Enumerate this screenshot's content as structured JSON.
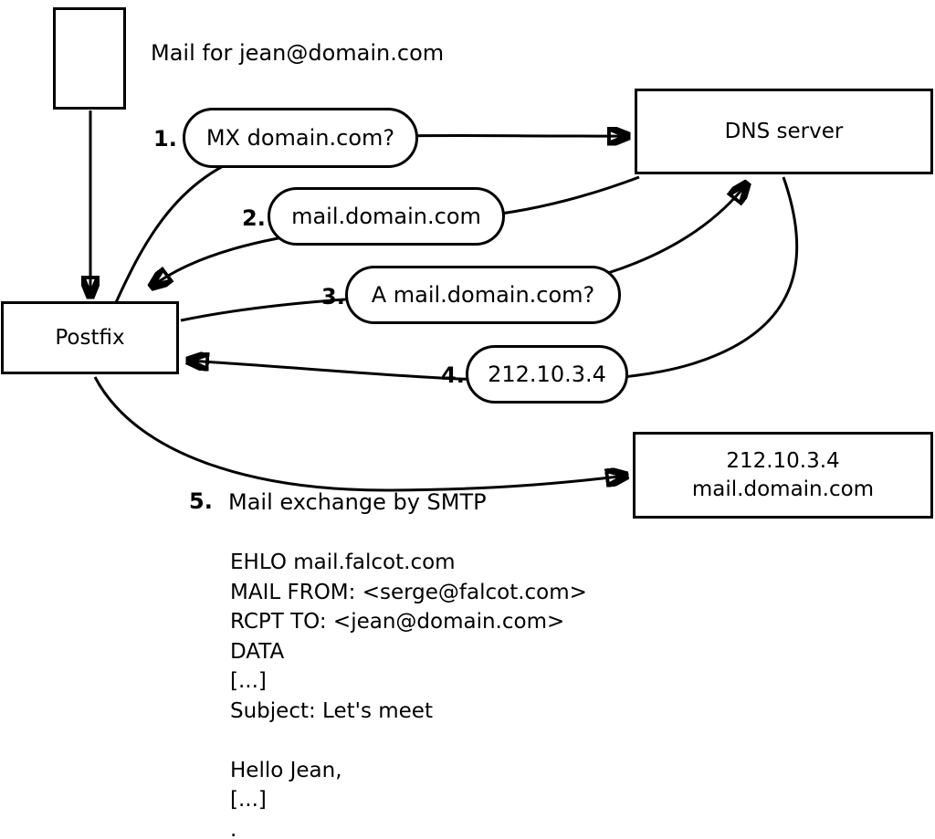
{
  "diagram": {
    "colors": {
      "ink": "#000000",
      "background": "#ffffff"
    },
    "mail_note": "Mail for jean@domain.com",
    "nodes": {
      "postfix_label": "Postfix",
      "dns_label": "DNS server",
      "target_ip": "212.10.3.4",
      "target_host": "mail.domain.com"
    },
    "steps": [
      {
        "num": "1.",
        "label": "MX domain.com?"
      },
      {
        "num": "2.",
        "label": "mail.domain.com"
      },
      {
        "num": "3.",
        "label": "A mail.domain.com?"
      },
      {
        "num": "4.",
        "label": "212.10.3.4"
      },
      {
        "num": "5.",
        "label": "Mail exchange by SMTP"
      }
    ],
    "smtp_dialog": [
      "EHLO mail.falcot.com",
      "MAIL FROM: <serge@falcot.com>",
      "RCPT TO: <jean@domain.com>",
      "DATA",
      "[...]",
      "Subject: Let's meet",
      "",
      "Hello Jean,",
      "[...]",
      "."
    ]
  }
}
